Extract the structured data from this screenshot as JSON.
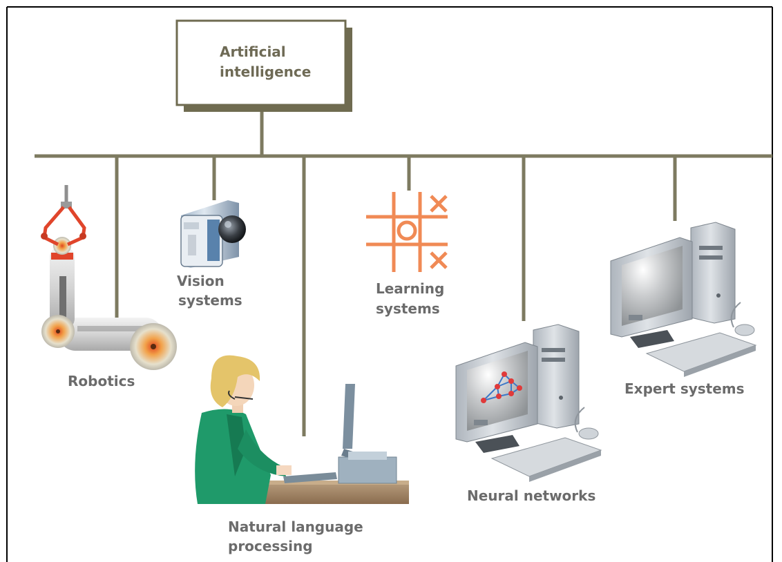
{
  "diagram": {
    "root": {
      "line1": "Artificial",
      "line2": "intelligence"
    },
    "branches": [
      {
        "id": "robotics",
        "lines": [
          "Robotics"
        ]
      },
      {
        "id": "vision",
        "lines": [
          "Vision",
          "systems"
        ]
      },
      {
        "id": "nlp",
        "lines": [
          "Natural language",
          "processing"
        ]
      },
      {
        "id": "learning",
        "lines": [
          "Learning",
          "systems"
        ]
      },
      {
        "id": "neural",
        "lines": [
          "Neural networks"
        ]
      },
      {
        "id": "expert",
        "lines": [
          "Expert systems"
        ]
      }
    ],
    "colors": {
      "connector": "#7d7a60",
      "box_shadow": "#6f6b50",
      "label_text": "#6b6b6b",
      "tictactoe": "#f08a55",
      "jacket": "#1f9a6a",
      "hair": "#e4c46a"
    },
    "icons": [
      "robot-arm-icon",
      "camera-icon",
      "person-at-computer-icon",
      "tic-tac-toe-icon",
      "computer-icon",
      "computer-icon"
    ]
  }
}
